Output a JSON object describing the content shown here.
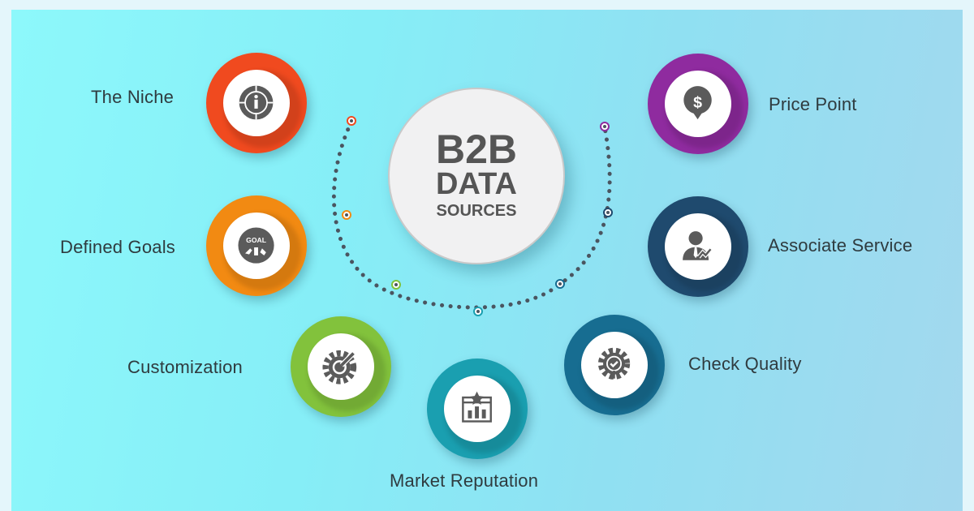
{
  "title": {
    "line1": "B2B",
    "line2": "DATA",
    "line3": "SOURCES"
  },
  "items": [
    {
      "label": "The Niche",
      "color": "#f04a1f",
      "icon": "info-target-icon"
    },
    {
      "label": "Defined Goals",
      "color": "#f28a12",
      "icon": "goal-hands-icon",
      "icon_text": "GOAL"
    },
    {
      "label": "Customization",
      "color": "#82c23c",
      "icon": "gear-wrench-icon"
    },
    {
      "label": "Market Reputation",
      "color": "#1a9fb0",
      "icon": "chart-star-icon"
    },
    {
      "label": "Check Quality",
      "color": "#176d91",
      "icon": "gear-check-icon"
    },
    {
      "label": "Associate Service",
      "color": "#1f4a6e",
      "icon": "businessman-icon"
    },
    {
      "label": "Price Point",
      "color": "#8f2b9f",
      "icon": "dollar-pin-icon"
    }
  ],
  "colors": {
    "background_frame": "#e4f6fb",
    "text": "#2f3b3f",
    "icon": "#5b5b5b",
    "dots": "#4a5560"
  }
}
